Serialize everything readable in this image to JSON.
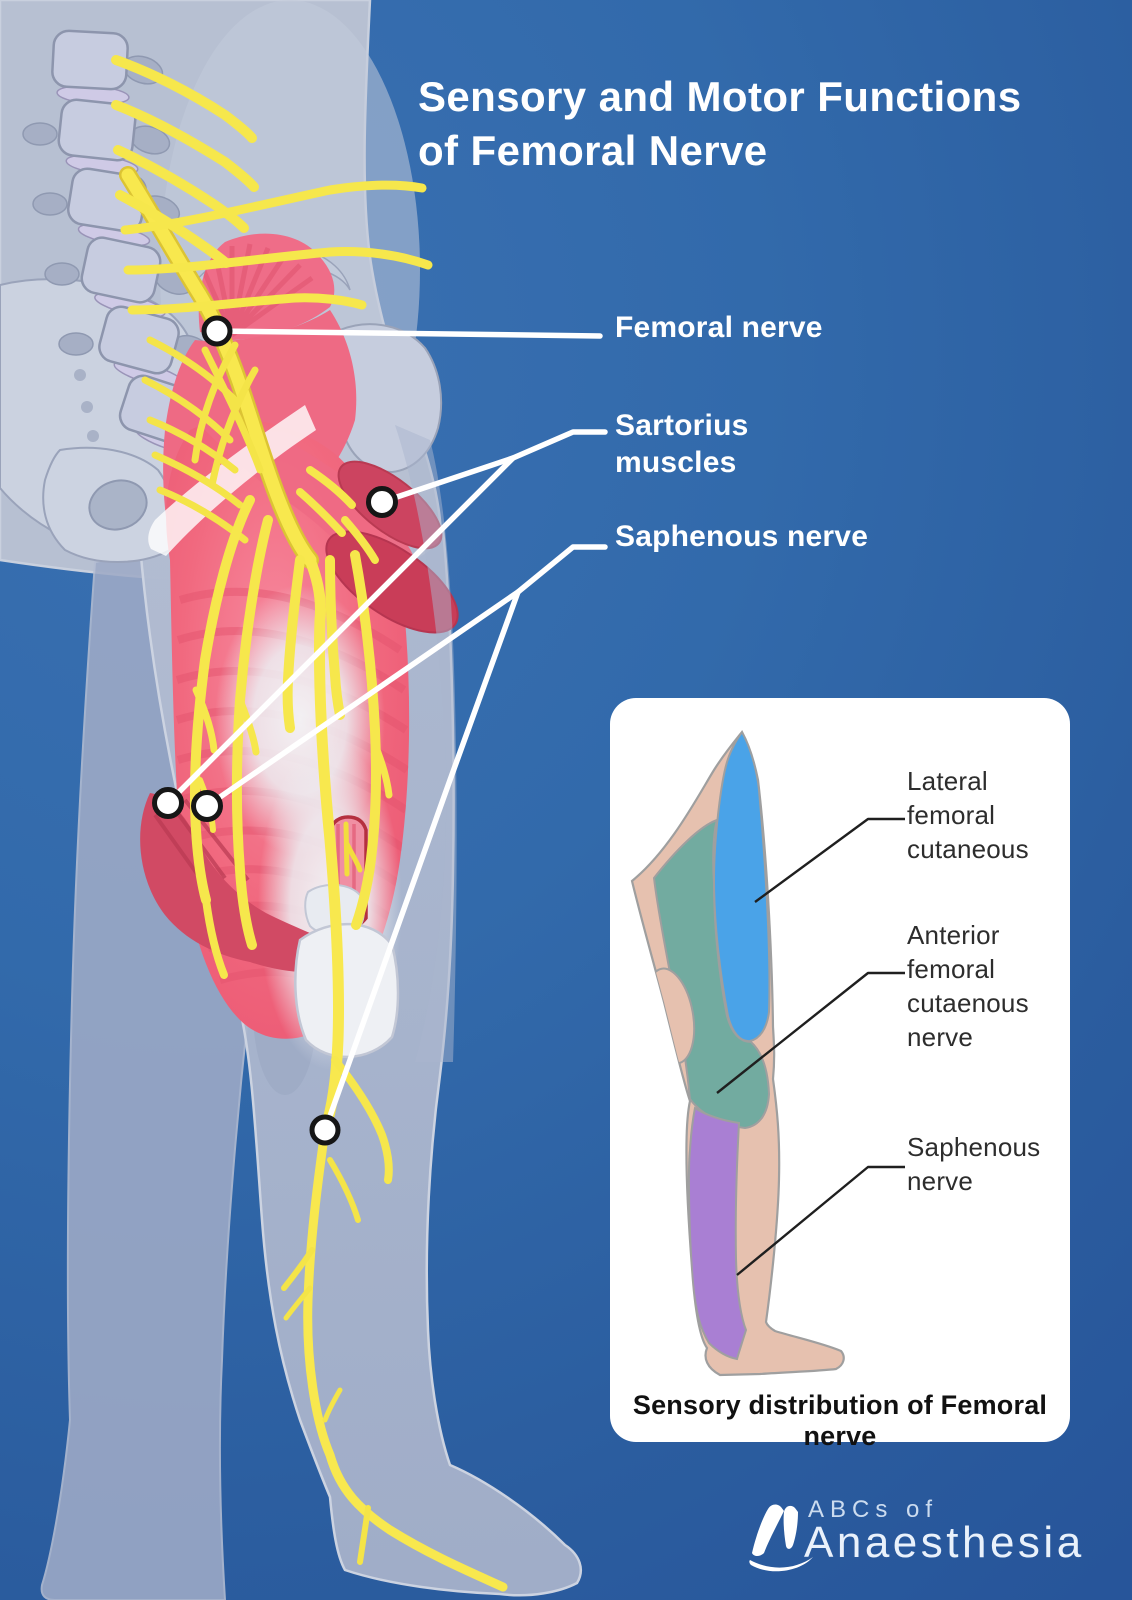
{
  "title": {
    "line1": "Sensory and Motor Functions",
    "line2": "of Femoral Nerve"
  },
  "main_labels": {
    "femoral": {
      "text": "Femoral nerve"
    },
    "sartorius": {
      "line1": "Sartorius",
      "line2": "muscles"
    },
    "saphenous": {
      "text": "Saphenous nerve"
    }
  },
  "inset": {
    "labels": {
      "lateral": {
        "line1": "Lateral",
        "line2": "femoral",
        "line3": "cutaneous"
      },
      "anterior": {
        "line1": "Anterior",
        "line2": "femoral",
        "line3": "cutaenous",
        "line4": "nerve"
      },
      "saphenous": {
        "line1": "Saphenous",
        "line2": "nerve"
      }
    },
    "caption": "Sensory distribution of Femoral nerve"
  },
  "logo": {
    "line1": "ABCs of",
    "line2": "Anaesthesia"
  },
  "colors": {
    "background_top": "#3a70b2",
    "background_bottom": "#27559a",
    "nerve_yellow": "#f8e84e",
    "muscle_pink": "#f06880",
    "muscle_dark_red": "#c94159",
    "body_gray": "#b7c0d2",
    "bone_gray": "#ccd3e1",
    "inset_blue": "#4aa3e8",
    "inset_teal": "#72aba0",
    "inset_purple": "#a97fd3",
    "inset_skin": "#e6c1af",
    "panel_white": "#ffffff",
    "label_white": "#ffffff",
    "inset_text": "#2d2d2d"
  }
}
